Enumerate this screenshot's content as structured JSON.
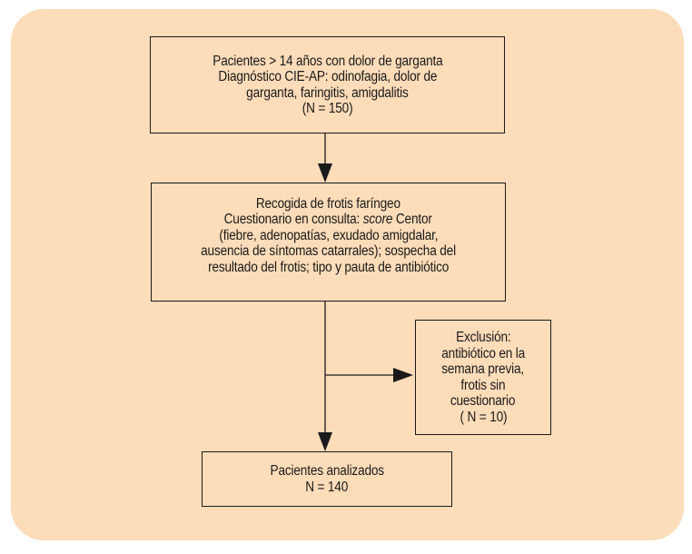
{
  "boxes": {
    "inclusion": {
      "lines": [
        "Pacientes > 14 años con dolor de garganta",
        "Diagnóstico CIE-AP: odinofagia, dolor de",
        "garganta, faringitis, amigdalitis",
        "(N = 150)"
      ]
    },
    "collection": {
      "line1": "Recogida de frotis faríngeo",
      "line2_pre": "Cuestionario en consulta: ",
      "line2_italic": "score",
      "line2_post": " Centor",
      "line3": "(fiebre, adenopatías, exudado amigdalar,",
      "line4": "ausencia de síntomas catarrales); sospecha del",
      "line5": "resultado del frotis; tipo y pauta de antibiótico"
    },
    "exclusion": {
      "lines": [
        "Exclusión:",
        "antibiótico en la",
        "semana previa,",
        "frotis sin",
        "cuestionario",
        "( N = 10)"
      ]
    },
    "analyzed": {
      "lines": [
        "Pacientes analizados",
        "N = 140"
      ]
    }
  },
  "colors": {
    "panel": "#fddcb9",
    "stroke": "#1a1a1a"
  }
}
